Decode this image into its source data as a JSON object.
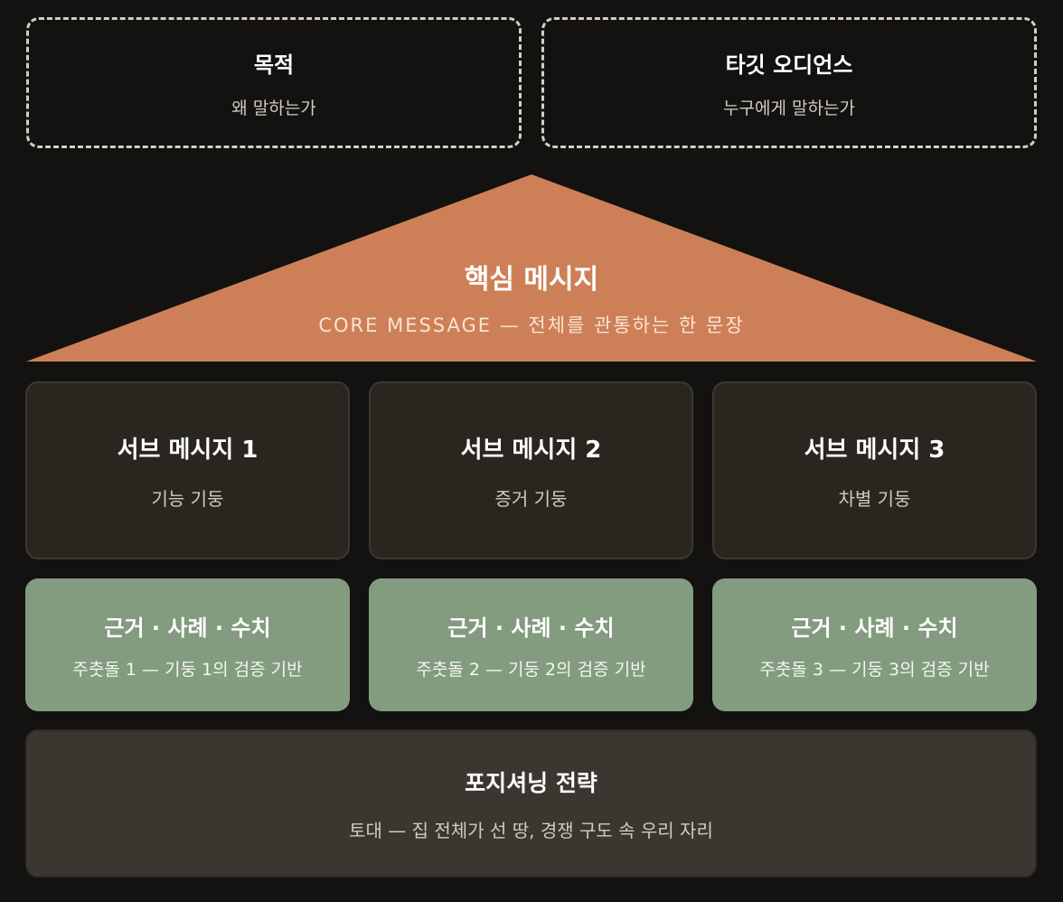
{
  "top": {
    "purpose": {
      "title": "목적",
      "subtitle": "왜 말하는가"
    },
    "audience": {
      "title": "타깃 오디언스",
      "subtitle": "누구에게 말하는가"
    }
  },
  "roof": {
    "title": "핵심 메시지",
    "subtitle": "CORE MESSAGE — 전체를 관통하는 한 문장",
    "color": "#cd8057"
  },
  "pillars": [
    {
      "title": "서브 메시지 1",
      "subtitle": "기능 기둥"
    },
    {
      "title": "서브 메시지 2",
      "subtitle": "증거 기둥"
    },
    {
      "title": "서브 메시지 3",
      "subtitle": "차별 기둥"
    }
  ],
  "foundations": [
    {
      "title": "근거 · 사례 · 수치",
      "subtitle": "주춧돌 1 — 기둥 1의 검증 기반"
    },
    {
      "title": "근거 · 사례 · 수치",
      "subtitle": "주춧돌 2 — 기둥 2의 검증 기반"
    },
    {
      "title": "근거 · 사례 · 수치",
      "subtitle": "주춧돌 3 — 기둥 3의 검증 기반"
    }
  ],
  "base": {
    "title": "포지셔닝 전략",
    "subtitle": "토대 — 집 전체가 선 땅, 경쟁 구도 속 우리 자리"
  },
  "colors": {
    "background": "#131210",
    "roof": "#cd8057",
    "pillar": "#29261f",
    "foundation": "#839b7f",
    "base": "#3a3630",
    "dashed_border": "#d2cec6"
  }
}
